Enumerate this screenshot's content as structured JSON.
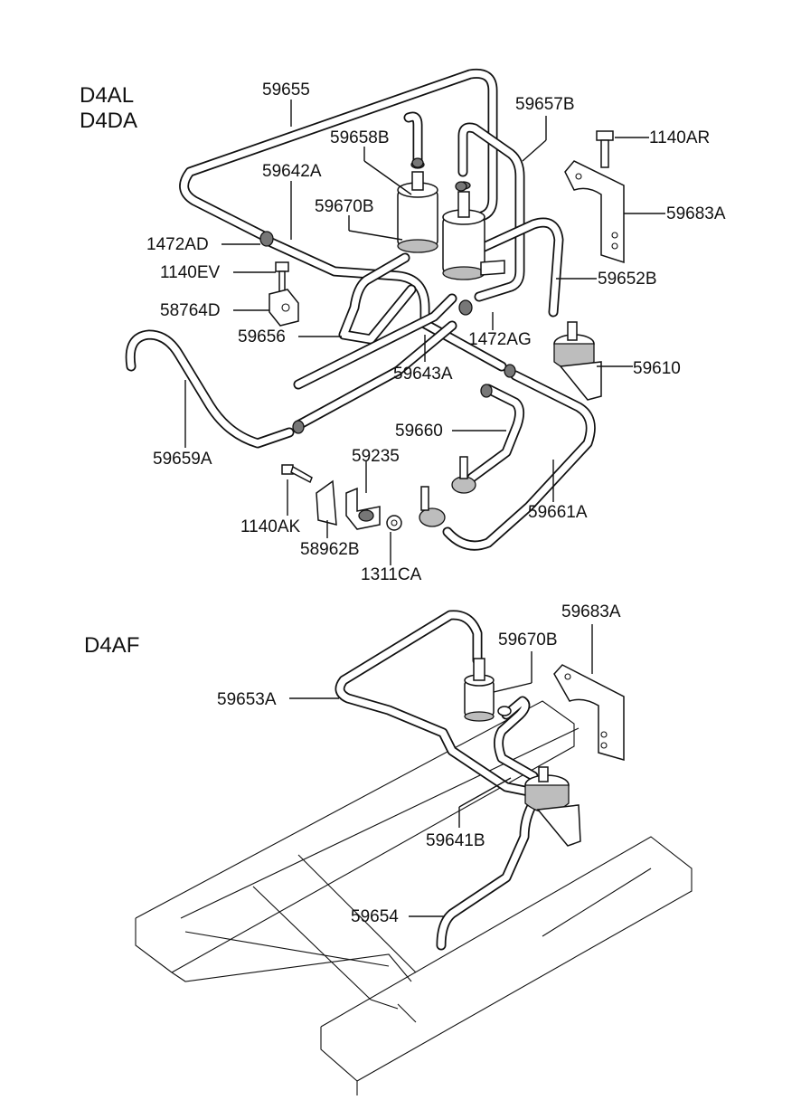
{
  "groups": {
    "top_line1": "D4AL",
    "top_line2": "D4DA",
    "bottom": "D4AF"
  },
  "labels": {
    "p59655": "59655",
    "p59657B": "59657B",
    "p59658B": "59658B",
    "p1140AR": "1140AR",
    "p59642A": "59642A",
    "p59670B_top": "59670B",
    "p59683A_top": "59683A",
    "p1472AD": "1472AD",
    "p1140EV": "1140EV",
    "p59652B": "59652B",
    "p58764D": "58764D",
    "p59656": "59656",
    "p1472AG": "1472AG",
    "p59610": "59610",
    "p59643A": "59643A",
    "p59660": "59660",
    "p59659A": "59659A",
    "p59235": "59235",
    "p59661A": "59661A",
    "p1140AK": "1140AK",
    "p58962B": "58962B",
    "p1311CA": "1311CA",
    "p59683A_bot": "59683A",
    "p59670B_bot": "59670B",
    "p59653A": "59653A",
    "p59641B": "59641B",
    "p59654": "59654"
  }
}
